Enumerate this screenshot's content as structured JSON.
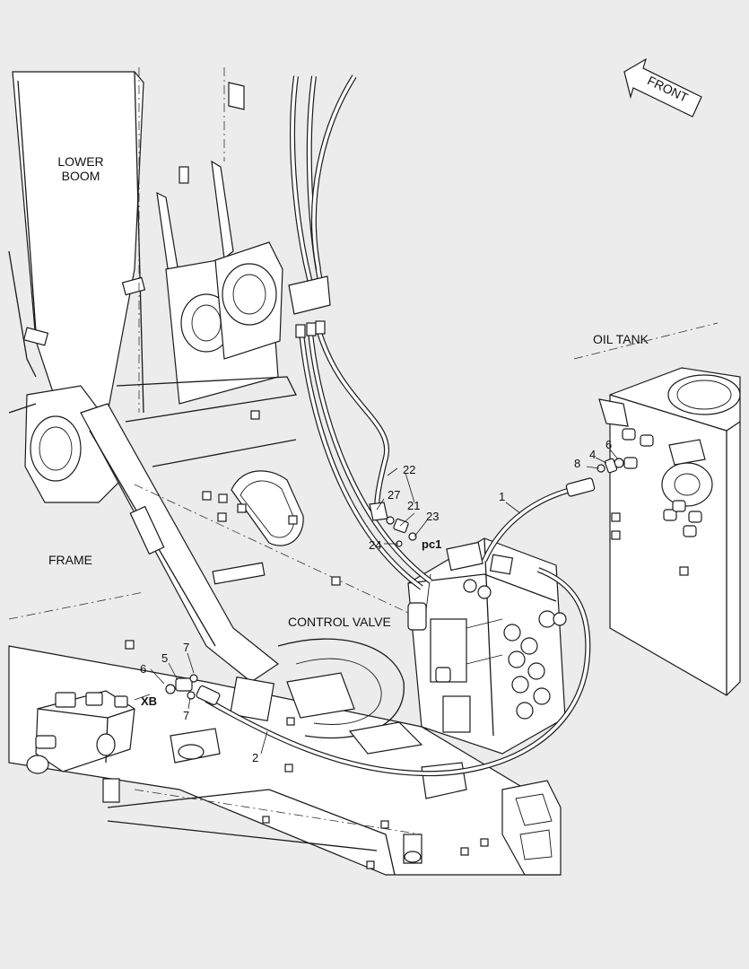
{
  "labels": {
    "lower_boom": "LOWER BOOM",
    "oil_tank": "OIL TANK",
    "frame": "FRAME",
    "control_valve": "CONTROL VALVE",
    "front": "FRONT",
    "pc1": "pc1",
    "xb": "XB"
  },
  "callouts": {
    "n1": "1",
    "n2": "2",
    "n4": "4",
    "n5": "5",
    "n6_tank": "6",
    "n6_left": "6",
    "n7_top": "7",
    "n7_bottom": "7",
    "n8": "8",
    "n21": "21",
    "n22": "22",
    "n23": "23",
    "n24": "24",
    "n27": "27"
  }
}
